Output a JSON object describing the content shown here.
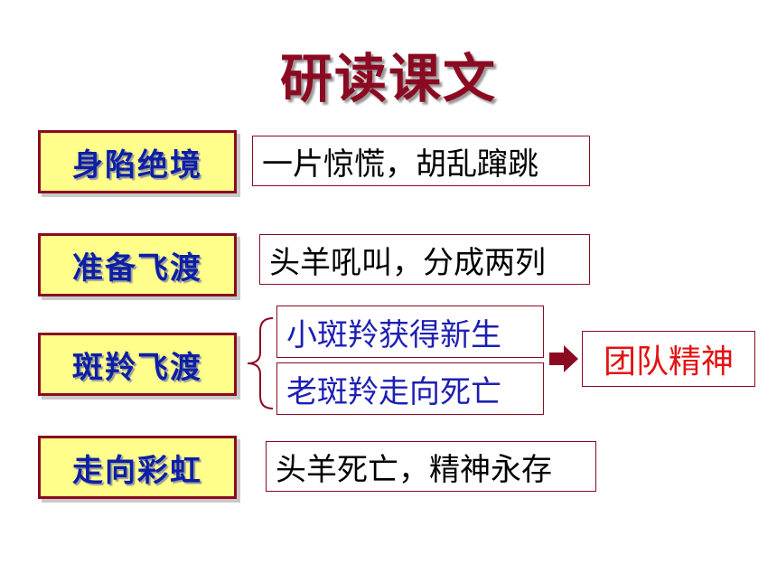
{
  "title": "研读课文",
  "rows": [
    {
      "stage": "身陷绝境",
      "desc": "一片惊慌，胡乱蹿跳"
    },
    {
      "stage": "准备飞渡",
      "desc": "头羊吼叫，分成两列"
    },
    {
      "stage": "斑羚飞渡",
      "branches": [
        "小斑羚获得新生",
        "老斑羚走向死亡"
      ],
      "result": "团队精神"
    },
    {
      "stage": "走向彩虹",
      "desc": "头羊死亡，精神永存"
    }
  ],
  "colors": {
    "title": "#8b0a22",
    "stage_bg": "#fffe8a",
    "stage_text": "#0c1fa6",
    "border": "#8b0a22",
    "branch_text": "#1d1fb3",
    "result_text": "#e11414"
  },
  "icons": {
    "brace": "left-curly-brace-icon",
    "arrow": "right-block-arrow-icon"
  }
}
